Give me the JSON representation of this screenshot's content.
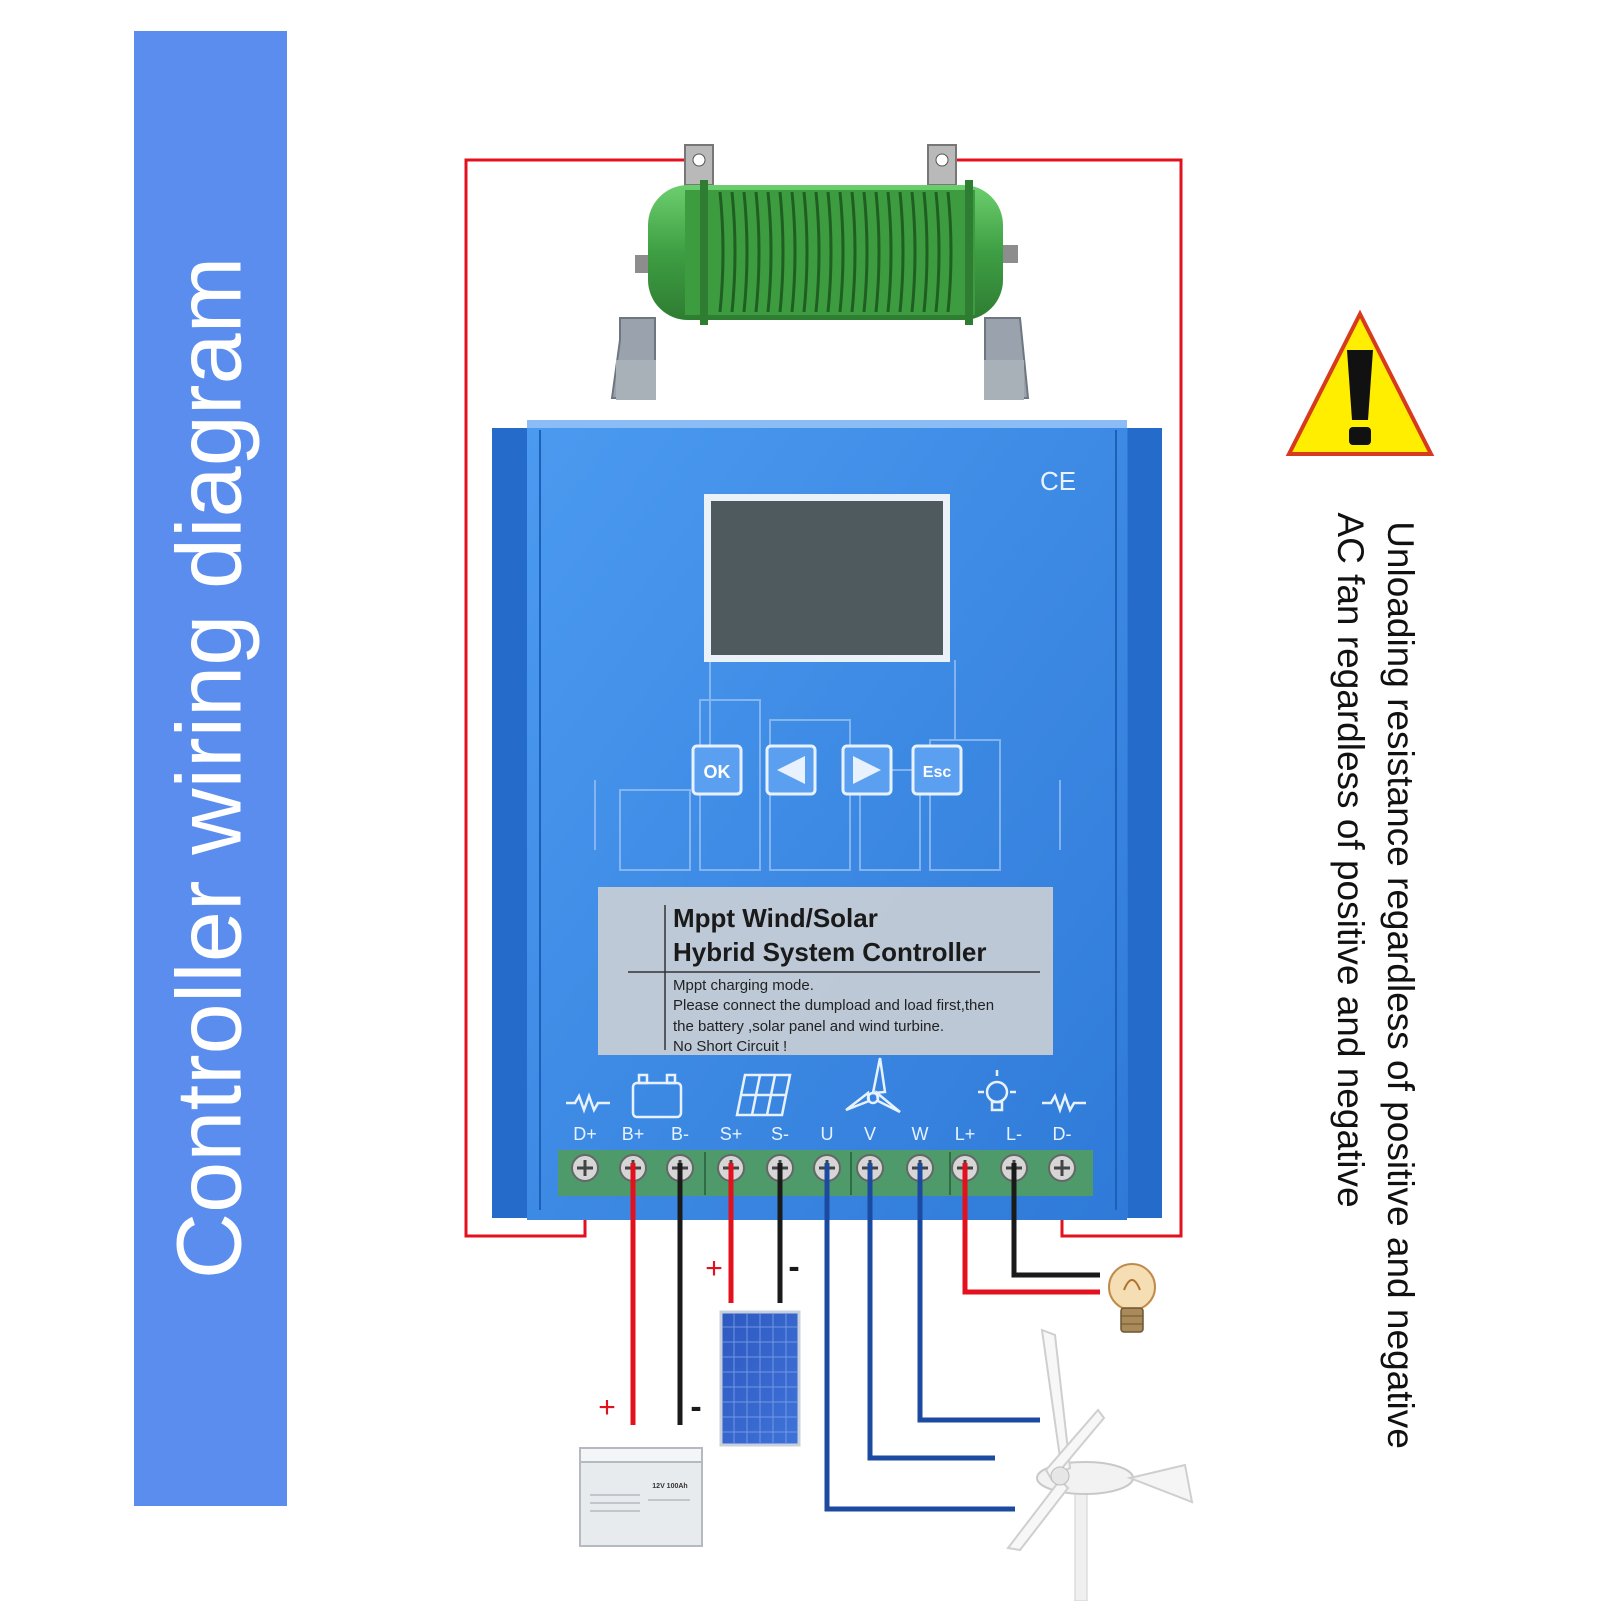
{
  "title": "Controller wiring diagram",
  "notes": [
    "Unloading resistance regardless of positive and negative",
    "AC fan regardless of positive and negative"
  ],
  "controller": {
    "ce_mark": "CE",
    "buttons": [
      "OK",
      "◀",
      "▶",
      "Esc"
    ],
    "label_title_line1": "Mppt Wind/Solar",
    "label_title_line2": "Hybrid System Controller",
    "label_lines": [
      "Mppt charging mode.",
      "Please connect the dumpload and load first,then",
      "the battery ,solar panel and wind turbine.",
      "No Short Circuit !"
    ],
    "terminals": [
      "D+",
      "B+",
      "B-",
      "S+",
      "S-",
      "U",
      "V",
      "W",
      "L+",
      "L-",
      "D-"
    ]
  },
  "polarity": {
    "solar_plus": "+",
    "solar_minus": "-",
    "battery_plus": "+",
    "battery_minus": "-"
  },
  "battery_label": "12V 100Ah",
  "icons": [
    "resistor-icon",
    "battery-icon",
    "solar-panel-icon",
    "wind-turbine-icon",
    "bulb-icon",
    "warning-icon"
  ],
  "colors": {
    "banner": "#5b8def",
    "controller": "#3f8ee8",
    "positive_wire": "#e3101e",
    "negative_wire": "#1a1a1a",
    "ac_wire": "#1c4aa0",
    "terminal_block": "#4f9a6b",
    "resistor": "#4caf50"
  }
}
